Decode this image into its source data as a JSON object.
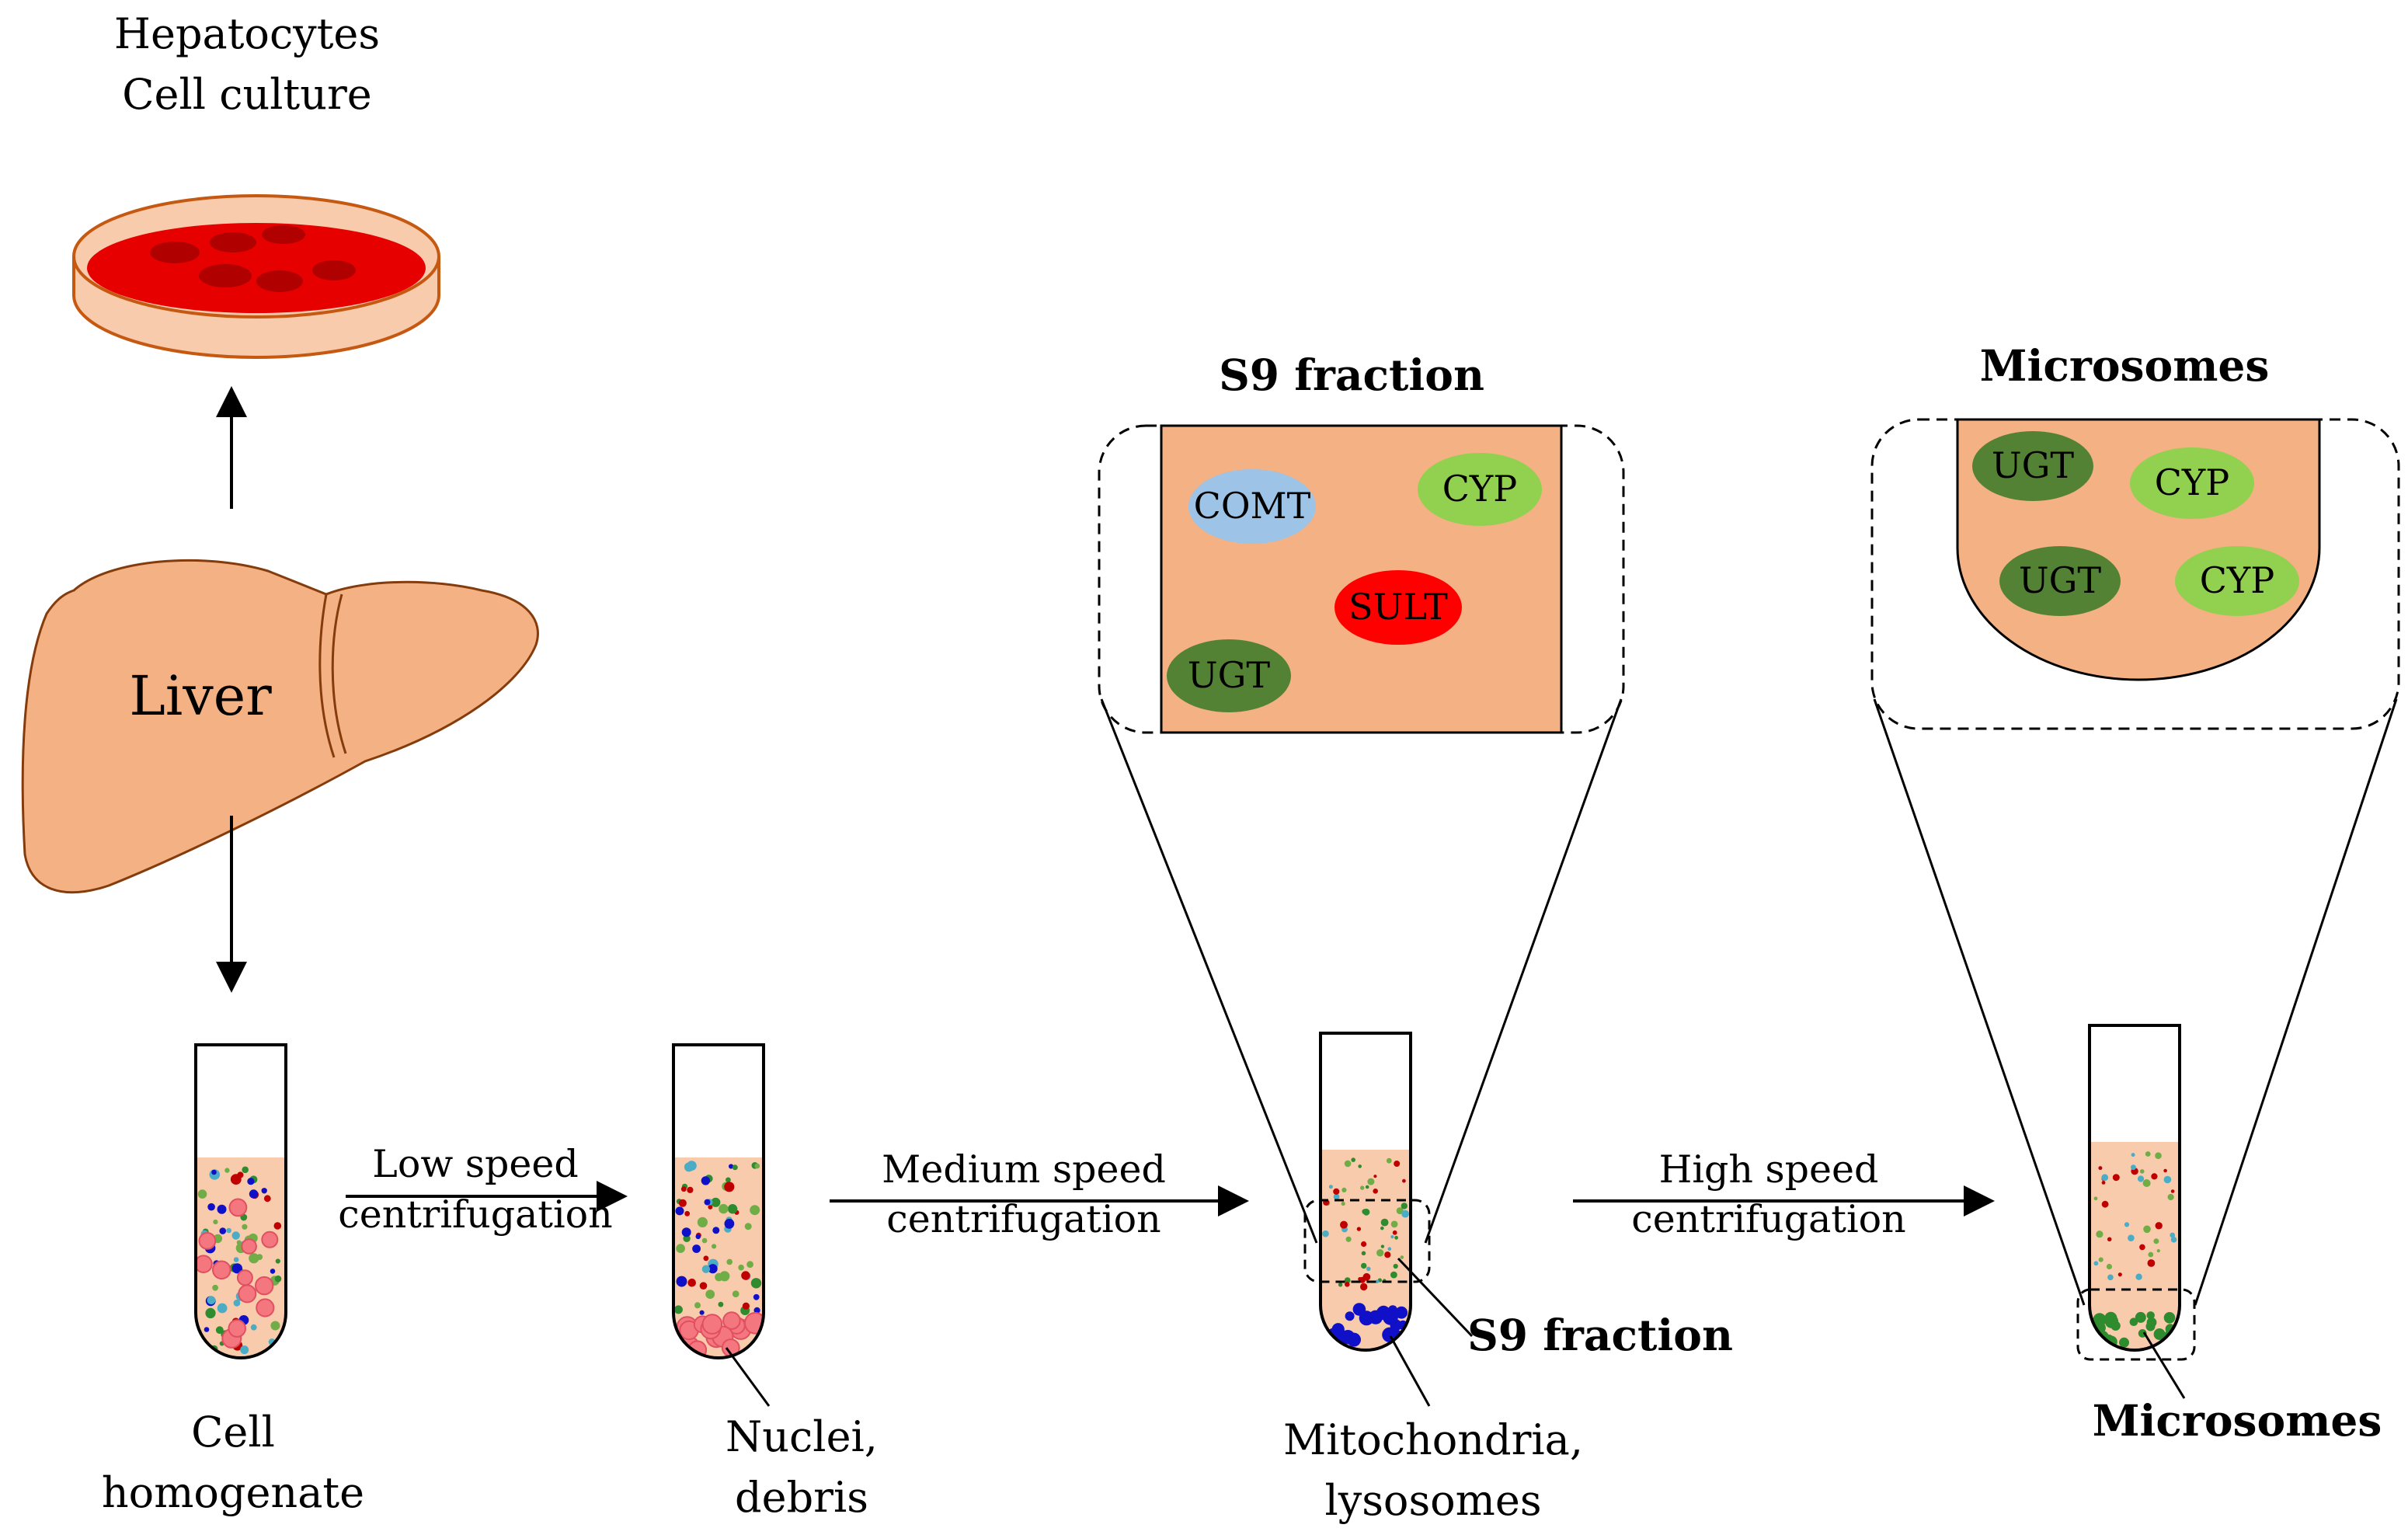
{
  "labels": {
    "hepatocytes_line1": "Hepatocytes",
    "hepatocytes_line2": "Cell culture",
    "liver": "Liver",
    "cell_line1": "Cell",
    "cell_line2": "homogenate",
    "low_line1": "Low speed",
    "low_line2": "centrifugation",
    "nuclei_line1": "Nuclei,",
    "nuclei_line2": "debris",
    "medium_line1": "Medium speed",
    "medium_line2": "centrifugation",
    "mito_line1": "Mitochondria,",
    "mito_line2": "lysosomes",
    "s9_tube_label": "S9 fraction",
    "high_line1": "High speed",
    "high_line2": "centrifugation",
    "microsomes_tube_label": "Microsomes",
    "s9_title": "S9 fraction",
    "microsomes_title": "Microsomes"
  },
  "s9_enzymes": [
    "COMT",
    "CYP",
    "SULT",
    "UGT"
  ],
  "microsome_enzymes": [
    "UGT",
    "CYP",
    "UGT",
    "CYP"
  ],
  "colors": {
    "tissue": "#F4B183",
    "culture_medium": "#E60000",
    "supernatant": "#F8CBAD",
    "comt": "#9DC3E6",
    "cyp": "#92D050",
    "sult": "#FF0000",
    "ugt": "#548235",
    "pellet_nuclei": "#F4777F",
    "pellet_mito": "#1010C8",
    "pellet_microsome": "#2E8B2E"
  }
}
